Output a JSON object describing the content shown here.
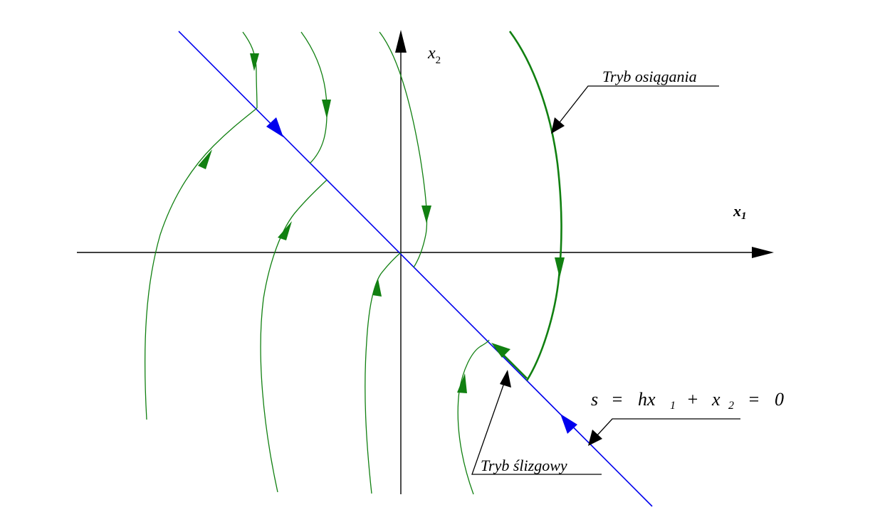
{
  "diagram": {
    "x1_label": "x",
    "x1_sub": "1",
    "x2_label": "x",
    "x2_sub": "2",
    "equation": {
      "s": "s",
      "eq1": "=",
      "hx": "hx",
      "sub1": "1",
      "plus": "+",
      "x": "x",
      "sub2": "2",
      "eq2": "=",
      "zero": "0"
    },
    "reaching_mode_label": "Tryb osiągania",
    "sliding_mode_label": "Tryb ślizgowy"
  },
  "colors": {
    "axis": "#000000",
    "trajectory": "#118011",
    "sliding_surface": "#0000ee",
    "leader_arrow": "#000000"
  }
}
